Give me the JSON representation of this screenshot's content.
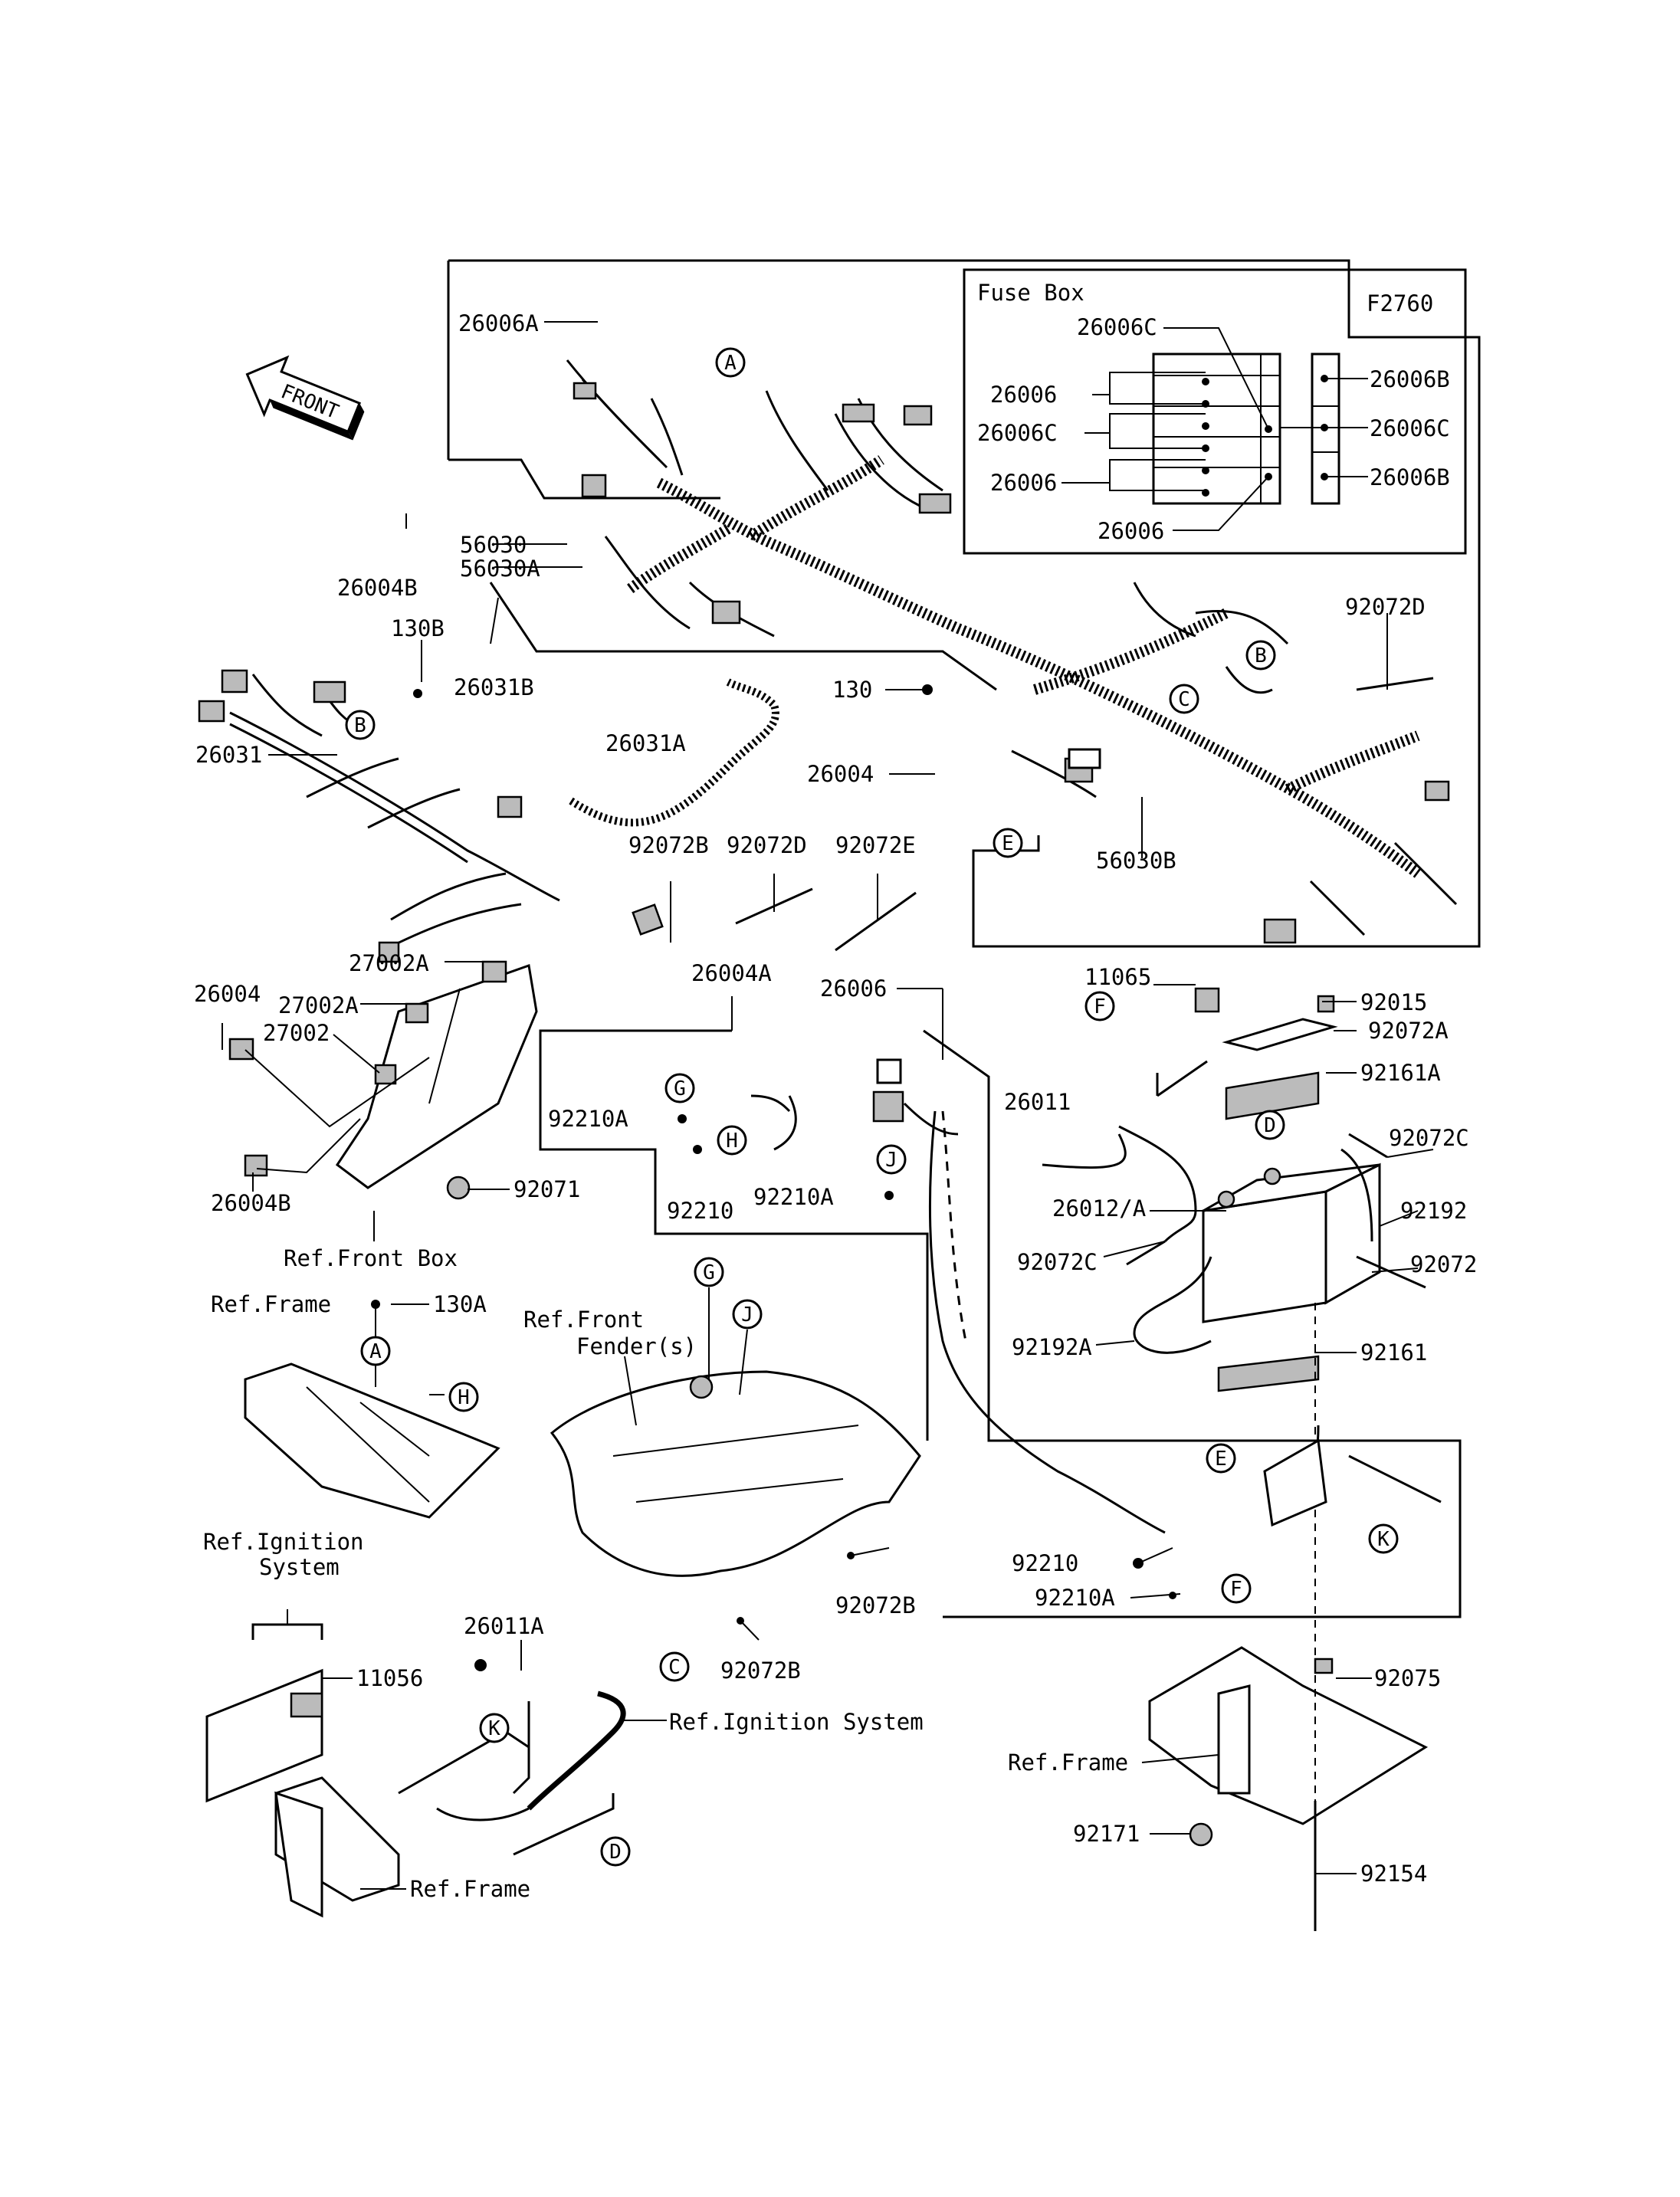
{
  "figure_code": "F2760",
  "front_arrow": "FRONT",
  "fuse_box": {
    "title": "Fuse Box",
    "labels": [
      "26006C",
      "26006",
      "26006C",
      "26006",
      "26006",
      "26006B",
      "26006C",
      "26006B"
    ]
  },
  "part_labels": {
    "p26006A": "26006A",
    "p26004B_top": "26004B",
    "p56030": "56030",
    "p56030A": "56030A",
    "p26031B": "26031B",
    "p130B": "130B",
    "p26031": "26031",
    "p26031A": "26031A",
    "p130": "130",
    "p26004": "26004",
    "p56030B": "56030B",
    "p92072D_right": "92072D",
    "p92072B_mid": "92072B",
    "p92072D_mid": "92072D",
    "p92072E": "92072E",
    "p27002A_top": "27002A",
    "p26004_left": "26004",
    "p27002A_mid": "27002A",
    "p27002": "27002",
    "p26004B_left": "26004B",
    "p92071": "92071",
    "ref_front_box": "Ref.Front Box",
    "p26004A": "26004A",
    "p26006_mid": "26006",
    "p92210A_1": "92210A",
    "p92210_1": "92210",
    "p92210A_2": "92210A",
    "p11065": "11065",
    "p92015": "92015",
    "p92072A": "92072A",
    "p92161A": "92161A",
    "p26011": "26011",
    "p92072C_right": "92072C",
    "p26012A": "26012/A",
    "p92192": "92192",
    "p92072C_left": "92072C",
    "p92072": "92072",
    "p92192A": "92192A",
    "p92161": "92161",
    "ref_frame_1": "Ref.Frame",
    "p130A": "130A",
    "ref_front_fenders": "Ref.Front",
    "ref_front_fenders_2": "Fender(s)",
    "p92072B_a": "92072B",
    "p92072B_b": "92072B",
    "p92210_2": "92210",
    "p92210A_3": "92210A",
    "ref_ignition_1": "Ref.Ignition",
    "ref_ignition_1b": "System",
    "p11056": "11056",
    "p26011A": "26011A",
    "ref_ignition_2": "Ref.Ignition System",
    "ref_frame_2": "Ref.Frame",
    "p92075": "92075",
    "ref_frame_3": "Ref.Frame",
    "p92171": "92171",
    "p92154": "92154"
  },
  "callouts": [
    "A",
    "B",
    "B",
    "C",
    "C",
    "D",
    "D",
    "E",
    "E",
    "F",
    "F",
    "G",
    "G",
    "H",
    "H",
    "J",
    "J",
    "K",
    "K",
    "A"
  ]
}
